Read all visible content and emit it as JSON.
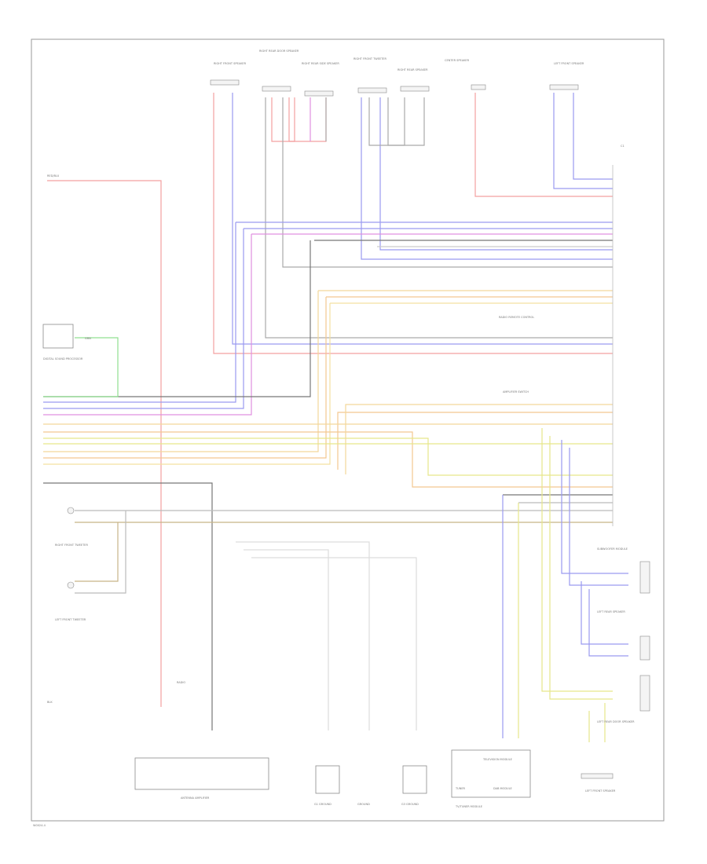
{
  "diagram": {
    "corner_ref": "W0024-4",
    "top_components": [
      {
        "label": "RIGHT FRONT SPEAKER"
      },
      {
        "label": "RIGHT REAR DOOR SPEAKER"
      },
      {
        "label": "RIGHT REAR SIDE SPEAKER"
      },
      {
        "label": "RIGHT FRONT TWEETER"
      },
      {
        "label": "RIGHT REAR SPEAKER"
      },
      {
        "label": "CENTER SPEAKER"
      },
      {
        "label": "LEFT FRONT SPEAKER"
      }
    ],
    "left_labels": {
      "power_wire": "RED/BLU",
      "module": "DIGITAL SOUND PROCESSOR",
      "ground_wire": "GRN",
      "rf_tweeter": "RIGHT FRONT TWEETER",
      "lf_tweeter": "LEFT FRONT TWEETER",
      "ground_label": "BLK"
    },
    "right_labels": {
      "connector": "C1",
      "radio_sw": "RADIO REMOTE CONTROL",
      "amp_sw": "AMPLIFIER SWITCH",
      "subwoofer": "SUBWOOFER MODULE",
      "lr_speaker": "LEFT REAR SPEAKER",
      "lr_door_speaker": "LEFT REAR DOOR SPEAKER",
      "lf_speaker_bot": "LEFT FRONT SPEAKER"
    },
    "bottom_labels": {
      "antenna": "ANTENNA AMPLIFIER",
      "g1": "G1 GROUND",
      "g2": "GROUND",
      "g3": "G3 GROUND",
      "tuner": "TV/TUNER MODULE",
      "tuner_sub1": "TUNER",
      "tuner_sub2": "DAB MODULE",
      "tuner_title": "TELEVISION MODULE",
      "top_mark": "RADIO"
    }
  }
}
